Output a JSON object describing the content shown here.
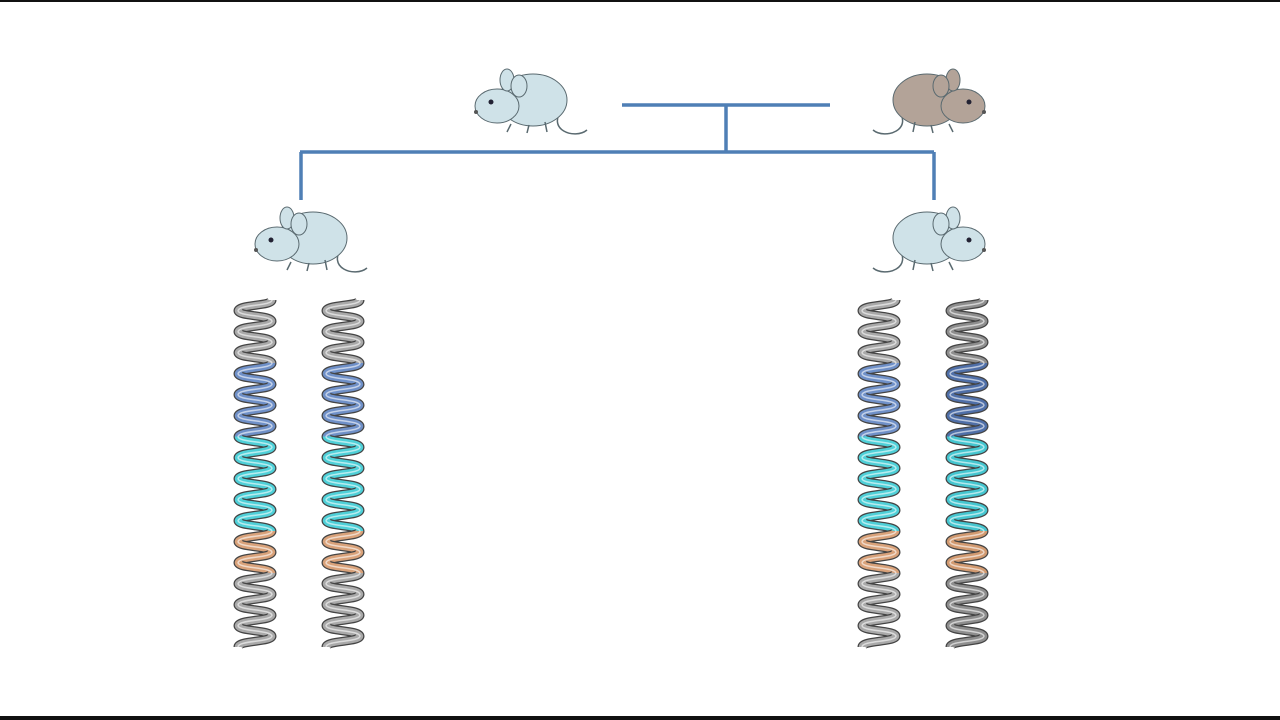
{
  "colors": {
    "line": "#4f7fb5",
    "mouse_light": "#cfe2e8",
    "mouse_brown": "#b3a398",
    "mouse_outline": "#5a6a70"
  },
  "mice": [
    {
      "id": "parent-light",
      "color": "light"
    },
    {
      "id": "parent-brown",
      "color": "brown"
    },
    {
      "id": "offspring-left",
      "color": "light"
    },
    {
      "id": "offspring-right",
      "color": "light"
    }
  ],
  "strands": [
    {
      "segments": [
        {
          "color": "#a9a9a9",
          "turns": 3
        },
        {
          "color": "#6f90c8",
          "turns": 3.5
        },
        {
          "color": "#4fd0d8",
          "turns": 4.5
        },
        {
          "color": "#d9a27a",
          "turns": 2
        },
        {
          "color": "#a9a9a9",
          "turns": 3.5
        }
      ]
    },
    {
      "segments": [
        {
          "color": "#a9a9a9",
          "turns": 3
        },
        {
          "color": "#6f90c8",
          "turns": 3.5
        },
        {
          "color": "#4fd0d8",
          "turns": 4.5
        },
        {
          "color": "#d9a27a",
          "turns": 2
        },
        {
          "color": "#a9a9a9",
          "turns": 3.5
        }
      ]
    },
    {
      "segments": [
        {
          "color": "#a9a9a9",
          "turns": 3
        },
        {
          "color": "#6f90c8",
          "turns": 3.5
        },
        {
          "color": "#4fd0d8",
          "turns": 4.5
        },
        {
          "color": "#d9a27a",
          "turns": 2
        },
        {
          "color": "#a9a9a9",
          "turns": 3.5
        }
      ]
    },
    {
      "segments": [
        {
          "color": "#8e8e8e",
          "turns": 3
        },
        {
          "color": "#4f6fa8",
          "turns": 3.5
        },
        {
          "color": "#45c6d0",
          "turns": 4.5
        },
        {
          "color": "#d29a70",
          "turns": 2
        },
        {
          "color": "#8e8e8e",
          "turns": 3.5
        }
      ]
    }
  ]
}
